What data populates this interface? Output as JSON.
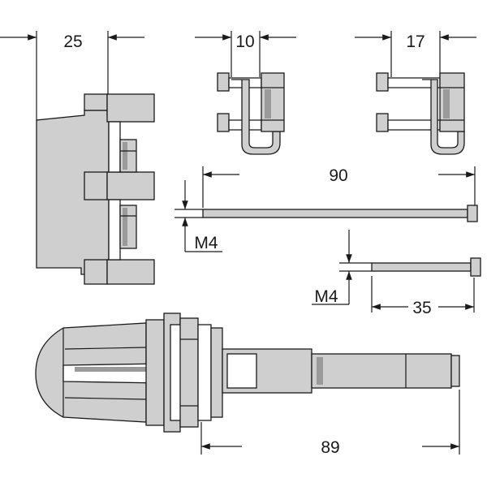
{
  "dimensions": {
    "body_depth": "25",
    "clip_small": "10",
    "clip_large": "17",
    "screw_long_length": "90",
    "screw_long_thread": "M4",
    "screw_short_length": "35",
    "screw_short_thread": "M4",
    "extension_length": "89"
  },
  "colors": {
    "line": "#1a1a1a",
    "fill": "#cfcfcf",
    "shade": "#9a9a9a",
    "background": "#ffffff"
  }
}
